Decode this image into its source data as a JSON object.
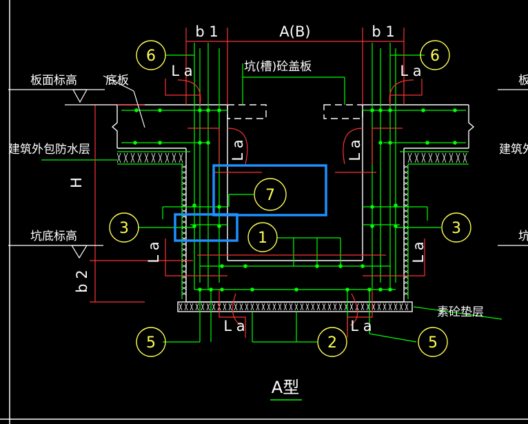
{
  "labels": {
    "slab_top_elev": "板面标高",
    "bottom_slab": "底板",
    "waterproof": "建筑外包防水层",
    "pit_bottom_elev": "坑底标高",
    "cover_plate": "坑(槽)砼盖板",
    "plain_concrete": "素砼垫层",
    "right_slab_top": "板",
    "right_waterproof": "建筑外",
    "right_pit_bottom": "坑"
  },
  "dims": {
    "b1_left": "b 1",
    "ab": "A(B)",
    "b1_right": "b 1",
    "h": "H",
    "b2": "b 2",
    "la_top_left": "L a",
    "la_top_right": "L a",
    "la_mid_left": "L a",
    "la_mid_right": "L a",
    "la_side_left": "L a",
    "la_side_right": "L a",
    "la_bot_left": "L a",
    "la_bot_right": "L a"
  },
  "markers": {
    "m6_left": "6",
    "m6_right": "6",
    "m7": "7",
    "m1": "1",
    "m3_left": "3",
    "m3_right": "3",
    "m5_left": "5",
    "m5_right": "5",
    "m2": "2"
  },
  "title": "A型",
  "colors": {
    "background": "#000000",
    "concrete": "#ffffff",
    "rebar": "#00ff00",
    "dimension": "#ff3333",
    "marker": "#ffff55",
    "highlight": "#1e90ff"
  }
}
